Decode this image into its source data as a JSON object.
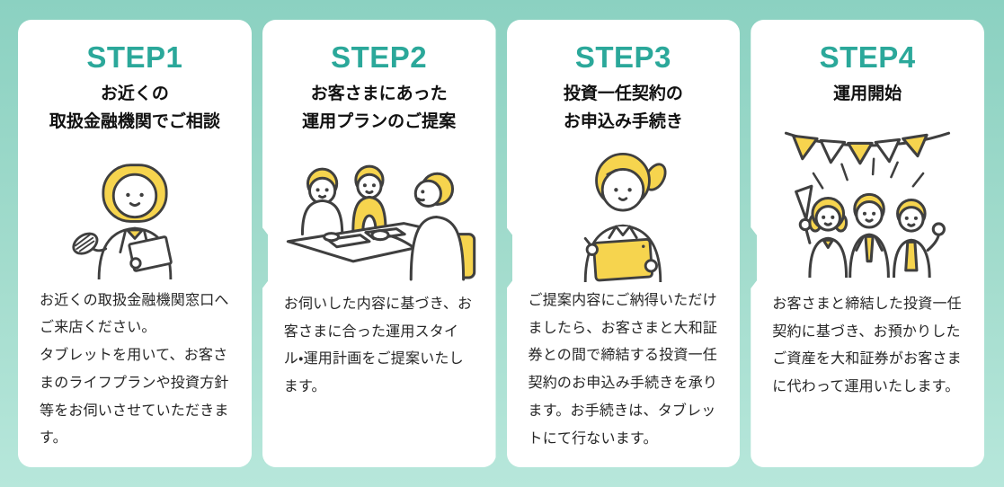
{
  "colors": {
    "background_top": "#8bd1c1",
    "background_bottom": "#b7e7db",
    "card_background": "#ffffff",
    "step_accent_teal": "#2ba89a",
    "title_text": "#111111",
    "body_text": "#262626",
    "illustration_yellow": "#f6d44e",
    "illustration_outline": "#3f3f3f"
  },
  "steps": [
    {
      "label": "STEP1",
      "title_lines": [
        "お近くの",
        "取扱金融機関でご相談"
      ],
      "description": "お近くの取扱金融機関窓口へご来店ください。\nタブレットを用いて、お客さまのライフプランや投資方針等をお伺いさせていただきます。",
      "illustration": "advisor-woman-greeting-with-board"
    },
    {
      "label": "STEP2",
      "title_lines": [
        "お客さまにあった",
        "運用プランのご提案"
      ],
      "description": "お伺いした内容に基づき、お客さまに合った運用スタイル・運用計画をご提案いたします。",
      "illustration": "consultation-meeting-at-table"
    },
    {
      "label": "STEP3",
      "title_lines": [
        "投資一任契約の",
        "お申込み手続き"
      ],
      "description": "ご提案内容にご納得いただけましたら、お客さまと大和証券との間で締結する投資一任契約のお申込み手続きを承ります。お手続きは、タブレットにて行ないます。",
      "illustration": "woman-filling-form-on-tablet"
    },
    {
      "label": "STEP4",
      "title_lines": [
        "運用開始"
      ],
      "description": "お客さまと締結した投資一任契約に基づき、お預かりしたご資産を大和証券がお客さまに代わって運用いたします。",
      "illustration": "team-celebration-with-bunting"
    }
  ]
}
